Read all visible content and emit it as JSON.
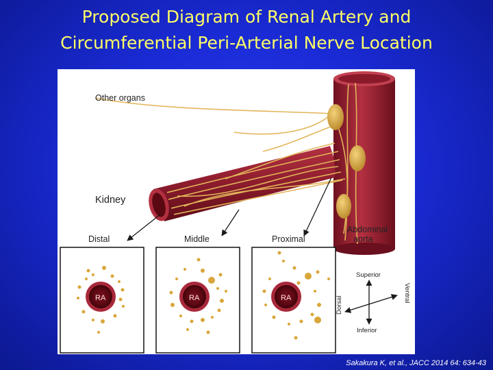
{
  "title_line1": "Proposed Diagram of Renal Artery and",
  "title_line2": "Circumferential Peri-Arterial Nerve Location",
  "labels": {
    "other_organs": "Other organs",
    "kidney": "Kidney",
    "abdominal": "Abdominal",
    "aorta": "aorta",
    "distal": "Distal",
    "middle": "Middle",
    "proximal": "Proximal"
  },
  "cross_sections": [
    {
      "label": "RA"
    },
    {
      "label": "RA"
    },
    {
      "label": "RA"
    }
  ],
  "orientation": {
    "superior": "Superior",
    "inferior": "Inferior",
    "ventral": "Ventral",
    "dorsal": "Dorsal"
  },
  "citation": "Sakakura K, et al., JACC 2014 64: 634-43",
  "colors": {
    "artery": "#8b1a2a",
    "artery_light": "#b8323f",
    "nerve": "#e2b55a",
    "ganglion": "#d9a63a",
    "title": "#ffff66"
  }
}
